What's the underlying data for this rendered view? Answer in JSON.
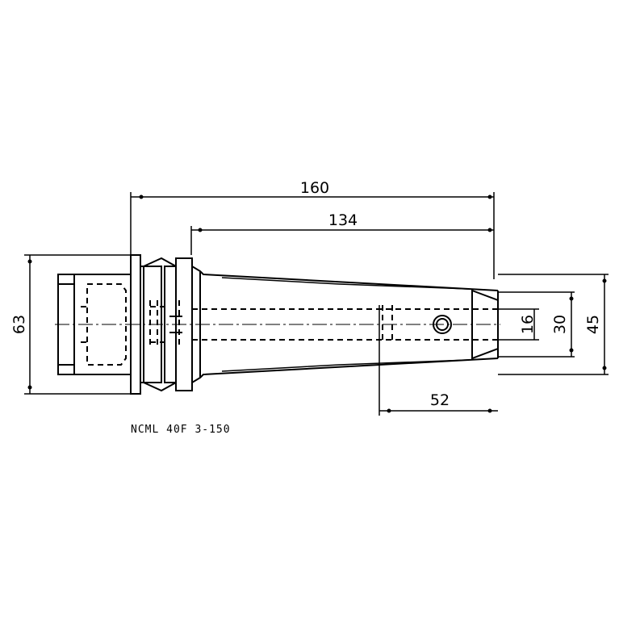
{
  "drawing": {
    "dimensions": {
      "overall_length": "160",
      "shank_length": "134",
      "bore_depth": "52",
      "flange_diameter": "63",
      "bore_diameter": "16",
      "nose_diameter": "30",
      "shank_diameter": "45"
    },
    "caption": "NCML  40F 3-150"
  }
}
